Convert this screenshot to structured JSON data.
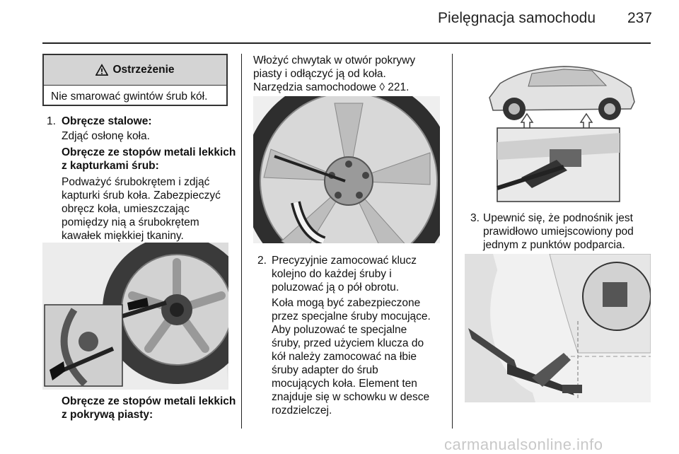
{
  "header": {
    "title": "Pielęgnacja samochodu",
    "page_number": "237"
  },
  "warning": {
    "title": "Ostrzeżenie",
    "text": "Nie smarować gwintów śrub kół."
  },
  "col1": {
    "item1_num": "1.",
    "item1_title": "Obręcze stalowe:",
    "item1_text": "Zdjąć osłonę koła.",
    "sub1_title": [
      "Obręcze ze stopów metali lekkich",
      "z kapturkami śrub:"
    ],
    "sub1_text": [
      "Podważyć śrubokrętem i zdjąć",
      "kapturki śrub koła. Zabezpieczyć",
      "obręcz koła, umieszczając",
      "pomiędzy nią a śrubokrętem",
      "kawałek miękkiej tkaniny."
    ],
    "sub2_title": [
      "Obręcze ze stopów metali lekkich",
      "z pokrywą piasty:"
    ]
  },
  "col2": {
    "intro": [
      "Włożyć chwytak w otwór pokrywy",
      "piasty i odłączyć ją od koła.",
      "Narzędzia samochodowe ◊ 221."
    ],
    "item2_num": "2.",
    "item2_text": [
      "Precyzyjnie zamocować klucz",
      "kolejno do każdej śruby i",
      "poluzować ją o pół obrotu."
    ],
    "item2_text2": [
      "Koła mogą być zabezpieczone",
      "przez specjalne śruby mocujące.",
      "Aby poluzować te specjalne",
      "śruby, przed użyciem klucza do",
      "kół należy zamocować na łbie",
      "śruby adapter do śrub",
      "mocujących koła. Element ten",
      "znajduje się w schowku w desce",
      "rozdzielczej."
    ]
  },
  "col3": {
    "item3_num": "3.",
    "item3_text": [
      "Upewnić się, że podnośnik jest",
      "prawidłowo umiejscowiony pod",
      "jednym z punktów podparcia."
    ]
  },
  "footer": {
    "watermark": "carmanualsonline.info"
  }
}
